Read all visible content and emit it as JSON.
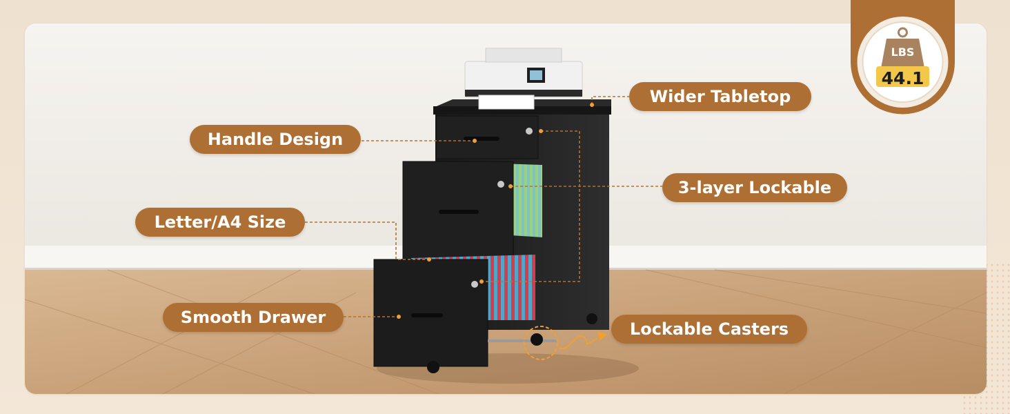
{
  "weight_badge": {
    "unit": "LBS",
    "value": "44.1"
  },
  "callouts": [
    {
      "id": "wider-tabletop",
      "label": "Wider Tabletop"
    },
    {
      "id": "handle-design",
      "label": "Handle Design"
    },
    {
      "id": "3-layer-lockable",
      "label": "3-layer Lockable"
    },
    {
      "id": "letter-a4-size",
      "label": "Letter/A4 Size"
    },
    {
      "id": "smooth-drawer",
      "label": "Smooth Drawer"
    },
    {
      "id": "lockable-casters",
      "label": "Lockable Casters"
    }
  ],
  "colors": {
    "pill": "#ad6f33",
    "leader_line": "#b5722f",
    "badge_ring": "#ad6f33",
    "badge_value_band": "#f3c84a",
    "cabinet": "#232323",
    "floor": "#c8a37c",
    "wall": "#efede8"
  }
}
